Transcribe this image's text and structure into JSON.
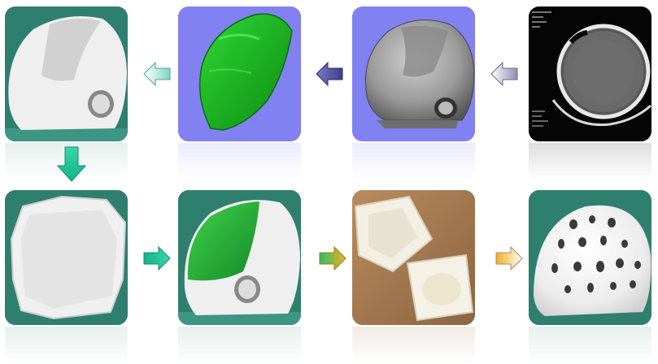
{
  "diagram": {
    "description_text": "",
    "steps": [
      {
        "id": "ct-scan",
        "icon": "ct-slice-icon"
      },
      {
        "id": "3d-skull-model",
        "icon": "skull-render-icon"
      },
      {
        "id": "implant-design",
        "icon": "implant-model-icon"
      },
      {
        "id": "printed-skull-model",
        "icon": "printed-skull-icon"
      },
      {
        "id": "printed-implant",
        "icon": "printed-implant-icon"
      },
      {
        "id": "implant-fit-on-skull",
        "icon": "fit-check-icon"
      },
      {
        "id": "silicone-mold",
        "icon": "mold-icon"
      },
      {
        "id": "final-perforated-implant",
        "icon": "final-implant-icon"
      }
    ],
    "colors": {
      "teal_background": "#2f7f6e",
      "render_background": "#8080f0",
      "ct_background": "#050505",
      "implant_green": "#22c22a",
      "arrow_gray": "#9a9ab8",
      "arrow_blue": "#5a5aa8",
      "arrow_mint": "#9cdcd0",
      "arrow_teal": "#1bc39a",
      "arrow_yellow": "#e5a81a",
      "arrow_white": "#eeeeee"
    }
  }
}
